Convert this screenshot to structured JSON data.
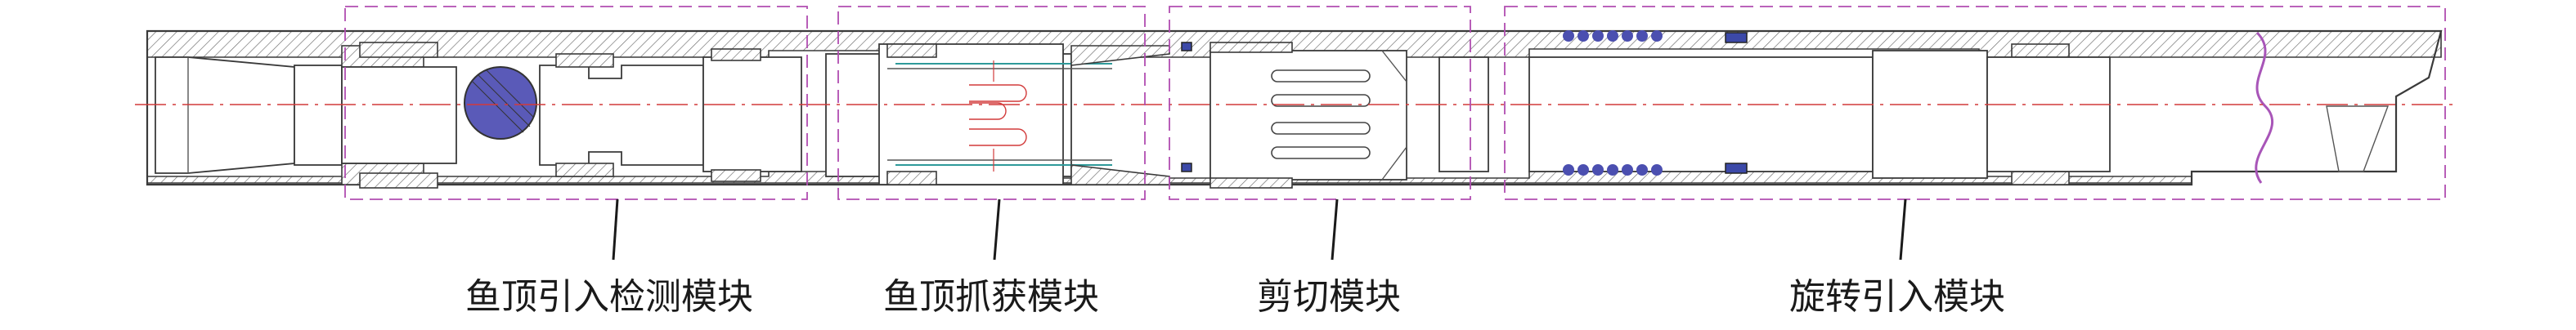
{
  "modules": [
    {
      "id": "fish-top-guide-detect",
      "label": "鱼顶引入检测模块"
    },
    {
      "id": "fish-top-catch",
      "label": "鱼顶抓获模块"
    },
    {
      "id": "shear",
      "label": "剪切模块"
    },
    {
      "id": "rotary-guide",
      "label": "旋转引入模块"
    }
  ],
  "colors": {
    "outline": "#3a3a3a",
    "centerline": "#d23a3a",
    "module_box": "#b04db0",
    "balls": "#4b4fb0",
    "text": "#1a1a1a"
  }
}
